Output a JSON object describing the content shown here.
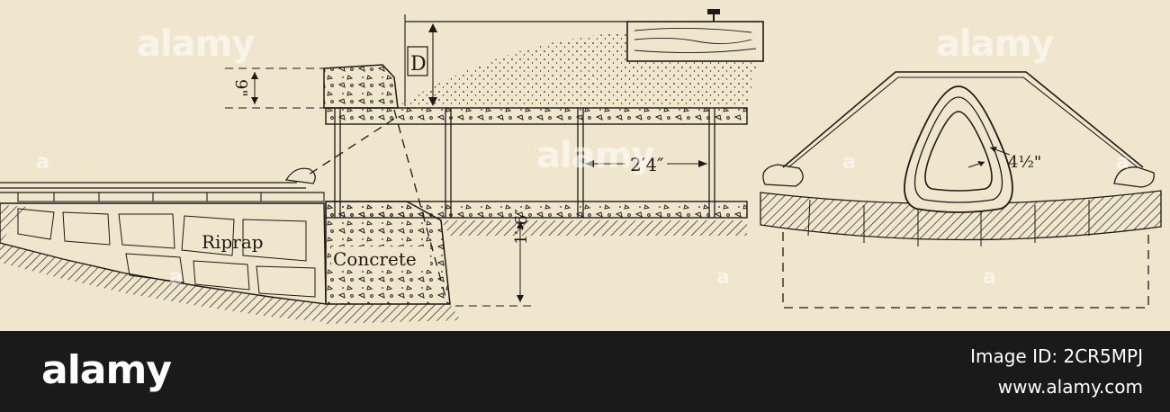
{
  "labels": {
    "riprap": "Riprap",
    "concrete": "Concrete",
    "depth": "D",
    "dim_top": "9\"",
    "dim_span": "2′4″",
    "dim_bottom": "1′-6″",
    "dim_thickness": "4½\""
  },
  "watermarks": {
    "brand": "alamy",
    "small": "a"
  },
  "footer": {
    "logo": "alamy",
    "image_id": "Image ID: 2CR5MPJ",
    "url": "www.alamy.com"
  },
  "colors": {
    "paper": "#efe6cd",
    "ink": "#1f1a14",
    "bar": "#1a1a1a"
  }
}
